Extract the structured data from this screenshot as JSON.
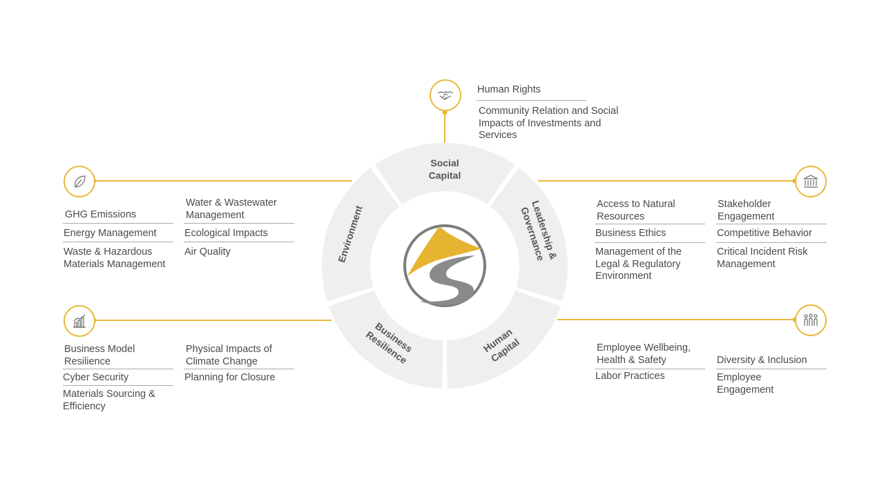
{
  "center": {
    "segments": [
      {
        "id": "social",
        "line1": "Social",
        "line2": "Capital"
      },
      {
        "id": "leadership",
        "line1": "Leadership &",
        "line2": "Governance"
      },
      {
        "id": "human",
        "line1": "Human",
        "line2": "Capital"
      },
      {
        "id": "business",
        "line1": "Business",
        "line2": "Resilience"
      },
      {
        "id": "environment",
        "line1": "Environment",
        "line2": ""
      }
    ],
    "logo": "s-logo"
  },
  "colors": {
    "accent": "#e9b93a",
    "segment_fill": "#efefef",
    "rule": "#a9a9a9",
    "text": "#4a4a4a"
  },
  "icons": {
    "social": "handshake-icon",
    "leadership": "bank-icon",
    "human": "people-icon",
    "business": "bar-chart-icon",
    "environment": "leaf-icon"
  },
  "groups": {
    "social": {
      "items": [
        "Human Rights",
        "Community Relation and Social Impacts of Investments and Services"
      ]
    },
    "environment": {
      "col1": [
        "GHG Emissions",
        "Energy Management",
        "Waste & Hazardous Materials Management"
      ],
      "col2": [
        "Water & Wastewater Management",
        "Ecological Impacts",
        "Air Quality"
      ]
    },
    "business": {
      "col1": [
        "Business Model Resilience",
        "Cyber Security",
        "Materials Sourcing & Efficiency"
      ],
      "col2": [
        "Physical Impacts of Climate Change",
        "Planning for Closure"
      ]
    },
    "leadership": {
      "col1": [
        "Access to Natural Resources",
        "Business Ethics",
        "Management of the Legal & Regulatory Environment"
      ],
      "col2": [
        "Stakeholder Engagement",
        "Competitive Behavior",
        "Critical Incident Risk Management"
      ]
    },
    "human": {
      "col1": [
        "Employee Wellbeing, Health & Safety",
        "Labor Practices"
      ],
      "col2": [
        "Diversity & Inclusion",
        "Employee Engagement"
      ]
    }
  }
}
